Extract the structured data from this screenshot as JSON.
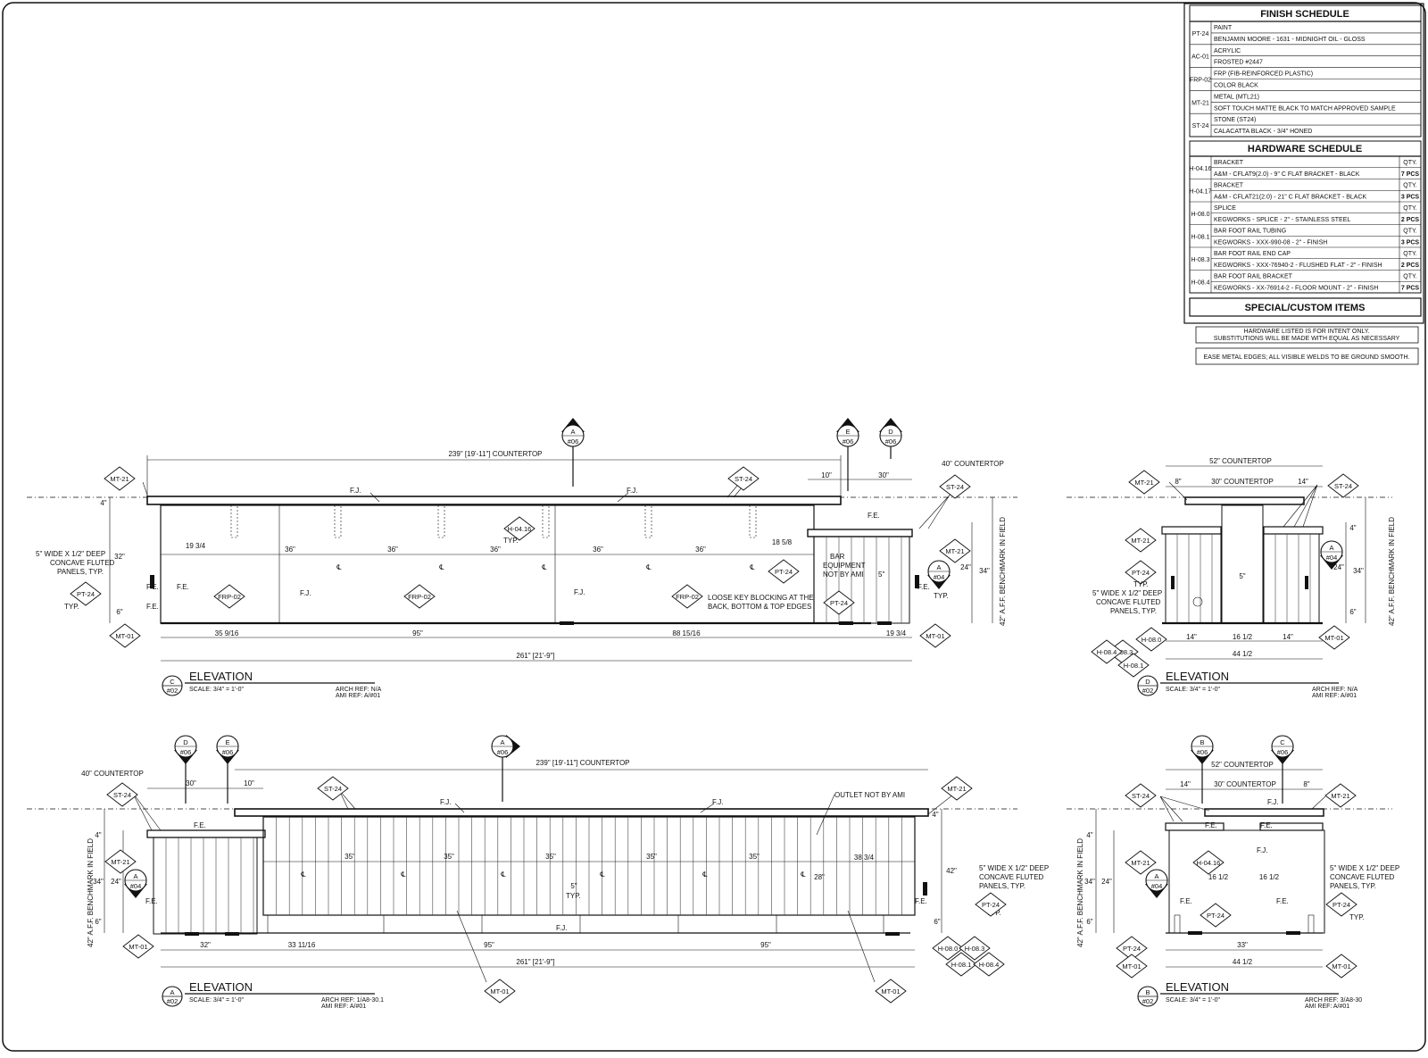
{
  "finish_schedule": {
    "title": "FINISH SCHEDULE",
    "rows": [
      {
        "code": "PT-24",
        "line1": "PAINT",
        "line2": "BENJAMIN MOORE - 1631 - MIDNIGHT OIL -  GLOSS"
      },
      {
        "code": "AC-01",
        "line1": "ACRYLIC",
        "line2": "FROSTED #2447"
      },
      {
        "code": "FRP-02",
        "line1": "FRP (FIB-REINFORCED PLASTIC)",
        "line2": "COLOR BLACK"
      },
      {
        "code": "MT-21",
        "line1": "METAL (MTL21)",
        "line2": "SOFT TOUCH MATTE BLACK TO MATCH APPROVED SAMPLE"
      },
      {
        "code": "ST-24",
        "line1": "STONE (ST24)",
        "line2": "CALACATTA BLACK - 3/4\" HONED"
      }
    ]
  },
  "hardware_schedule": {
    "title": "HARDWARE SCHEDULE",
    "qty_header": "QTY.",
    "rows": [
      {
        "code": "H-04.16",
        "line1": "BRACKET",
        "line2": "A&M - CFLAT9(2.0) - 9\" C FLAT BRACKET -  BLACK",
        "qty": "7 PCS"
      },
      {
        "code": "H-04.17",
        "line1": "BRACKET",
        "line2": "A&M - CFLAT21(2.0) - 21\" C FLAT BRACKET -  BLACK",
        "qty": "3 PCS"
      },
      {
        "code": "H-08.0",
        "line1": "SPLICE",
        "line2": "KEGWORKS - SPLICE - 2\" - STAINLESS STEEL",
        "qty": "2 PCS"
      },
      {
        "code": "H-08.1",
        "line1": "BAR FOOT RAIL TUBING",
        "line2": "KEGWORKS - XXX-990-08 - 2\" - FINISH",
        "qty": "3 PCS"
      },
      {
        "code": "H-08.3",
        "line1": "BAR FOOT RAIL END CAP",
        "line2": "KEGWORKS - XXX-76940-2 - FLUSHED FLAT - 2\" - FINISH",
        "qty": "2 PCS"
      },
      {
        "code": "H-08.4",
        "line1": "BAR FOOT RAIL BRACKET",
        "line2": "KEGWORKS - XX-76914-2 - FLOOR MOUNT - 2\" - FINISH",
        "qty": "7 PCS"
      }
    ]
  },
  "special_items": {
    "title": "SPECIAL/CUSTOM ITEMS"
  },
  "notes": {
    "hardware_line1": "HARDWARE LISTED IS FOR INTENT ONLY.",
    "hardware_line2": "SUBSTITUTIONS WILL BE MADE WITH EQUAL AS NECESSARY",
    "edges": "EASE METAL EDGES; ALL VISIBLE WELDS TO BE GROUND SMOOTH."
  },
  "elevation_c": {
    "title": "ELEVATION",
    "letter": "C",
    "sheet": "#02",
    "scale": "SCALE:  3/4\" = 1'-0\"",
    "arch_ref": "ARCH REF:  N/A",
    "ami_ref": "AMI REF:  A/#01",
    "countertop_overall": "239\" [19'-11\"] COUNTERTOP",
    "countertop_40": "40\" COUNTERTOP",
    "overall": "261\" [21'-9\"]",
    "dims_36": [
      "36\"",
      "36\"",
      "36\"",
      "36\"",
      "36\""
    ],
    "dim_95": "95\"",
    "dim_19_3_4": "19 3/4",
    "dim_35": "35 9/16",
    "dim_88": "88 15/16",
    "dim_18": "18 5/8",
    "dim_10": "10\"",
    "dim_30": "30\"",
    "dim_5": "5\"",
    "dim_4": "4\"",
    "dim_32": "32\"",
    "dim_34": "34\"",
    "dim_24": "24\"",
    "dim_6": "6\"",
    "fj": "F.J.",
    "fe": "F.E.",
    "typ": "TYP.",
    "bar_note": [
      "BAR",
      "EQUIPMENT",
      "NOT BY AMI"
    ],
    "blocking_note": [
      "LOOSE KEY BLOCKING AT THE",
      "BACK, BOTTOM & TOP EDGES"
    ],
    "fluted_note": [
      "5\" WIDE X 1/2\" DEEP",
      "CONCAVE FLUTED",
      "PANELS, TYP."
    ],
    "benchmark": "42\" A.F.F. BENCHMARK IN FIELD",
    "tags": {
      "mt21": "MT-21",
      "st24": "ST-24",
      "pt24": "PT-24",
      "mt01": "MT-01",
      "frp02": "FRP-02",
      "h0416": "H-04.16"
    },
    "callouts": [
      {
        "letter": "A",
        "sheet": "#06"
      },
      {
        "letter": "E",
        "sheet": "#06"
      },
      {
        "letter": "D",
        "sheet": "#06"
      },
      {
        "letter": "A",
        "sheet": "#04"
      }
    ]
  },
  "elevation_d": {
    "title": "ELEVATION",
    "letter": "D",
    "sheet": "#02",
    "scale": "SCALE:  3/4\" = 1'-0\"",
    "arch_ref": "ARCH REF:  N/A",
    "ami_ref": "AMI REF:  A/#01",
    "countertop_52": "52\" COUNTERTOP",
    "countertop_30": "30\" COUNTERTOP",
    "dim_8": "8\"",
    "dim_14": "14\"",
    "dim_14b": "14\"",
    "dim_14c": "14\"",
    "dim_16": "16 1/2",
    "dim_44": "44 1/2",
    "dim_5": "5\"",
    "dim_34": "34\"",
    "dim_24": "24\"",
    "dim_4": "4\"",
    "dim_6": "6\"",
    "fluted_note": [
      "5\" WIDE X 1/2\" DEEP",
      "CONCAVE FLUTED",
      "PANELS, TYP."
    ],
    "benchmark": "42\" A.F.F. BENCHMARK IN FIELD",
    "tags": [
      "MT-21",
      "ST-24",
      "MT-21",
      "PT-24",
      "H-08.3",
      "H-08.0",
      "H-08.4",
      "H-08.1",
      "MT-01"
    ],
    "callout": {
      "letter": "A",
      "sheet": "#04"
    }
  },
  "elevation_a": {
    "title": "ELEVATION",
    "letter": "A",
    "sheet": "#02",
    "scale": "SCALE:  3/4\" = 1'-0\"",
    "arch_ref": "ARCH REF:  1/A8-30.1",
    "ami_ref": "AMI REF:  A/#01",
    "countertop_overall": "239\" [19'-11\"] COUNTERTOP",
    "countertop_40": "40\" COUNTERTOP",
    "overall": "261\" [21'-9\"]",
    "dims_35": [
      "35\"",
      "35\"",
      "35\"",
      "35\"",
      "35\""
    ],
    "dim_95a": "95\"",
    "dim_95b": "95\"",
    "dim_30": "30\"",
    "dim_10": "10\"",
    "dim_32": "32\"",
    "dim_33": "33 11/16",
    "dim_38": "38 3/4",
    "dim_28": "28\"",
    "dim_5": "5\"",
    "dim_34": "34\"",
    "dim_24": "24\"",
    "dim_4": "4\"",
    "dim_6": "6\"",
    "dim_42": "42\"",
    "outlet_note": "OUTLET NOT BY AMI",
    "fluted_note": [
      "5\" WIDE X 1/2\" DEEP",
      "CONCAVE FLUTED",
      "PANELS, TYP."
    ],
    "benchmark": "42\" A.F.F. BENCHMARK IN FIELD",
    "tags": [
      "ST-24",
      "MT-21",
      "ST-24",
      "MT-21",
      "PT-24",
      "MT-01",
      "MT-01",
      "MT-01",
      "H-08.0",
      "H-08.3",
      "H-08.1",
      "H-08.4"
    ],
    "callouts": [
      {
        "letter": "D",
        "sheet": "#06"
      },
      {
        "letter": "E",
        "sheet": "#06"
      },
      {
        "letter": "A",
        "sheet": "#06"
      },
      {
        "letter": "A",
        "sheet": "#04"
      }
    ]
  },
  "elevation_b": {
    "title": "ELEVATION",
    "letter": "B",
    "sheet": "#02",
    "scale": "SCALE:  3/4\" = 1'-0\"",
    "arch_ref": "ARCH REF:  3/A8-30",
    "ami_ref": "AMI REF:  A/#01",
    "countertop_52": "52\" COUNTERTOP",
    "countertop_30": "30\" COUNTERTOP",
    "dim_14": "14\"",
    "dim_8": "8\"",
    "dim_33": "33\"",
    "dim_44": "44 1/2",
    "dim_16a": "16 1/2",
    "dim_16b": "16 1/2",
    "dim_34": "34\"",
    "dim_24": "24\"",
    "dim_4": "4\"",
    "dim_6": "6\"",
    "fluted_note": [
      "5\" WIDE X 1/2\" DEEP",
      "CONCAVE FLUTED",
      "PANELS, TYP."
    ],
    "benchmark": "42\" A.F.F. BENCHMARK IN FIELD",
    "tags": [
      "ST-24",
      "MT-21",
      "MT-21",
      "H-04.16",
      "PT-24",
      "PT-24",
      "PT-24",
      "MT-01",
      "MT-01"
    ],
    "callouts": [
      {
        "letter": "B",
        "sheet": "#06"
      },
      {
        "letter": "C",
        "sheet": "#06"
      },
      {
        "letter": "A",
        "sheet": "#04"
      }
    ]
  }
}
